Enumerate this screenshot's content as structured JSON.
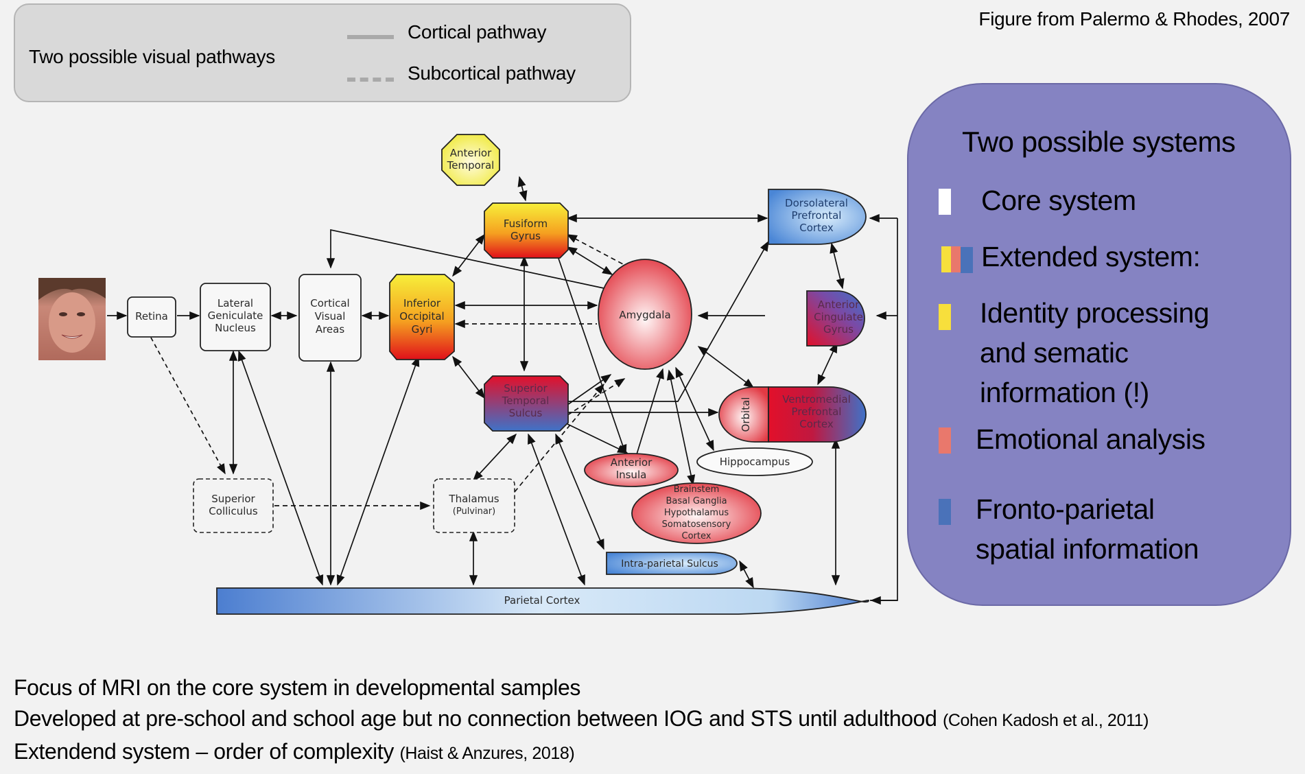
{
  "pathway_legend": {
    "title": "Two possible visual pathways",
    "items": [
      {
        "label": "Cortical pathway",
        "style": "solid"
      },
      {
        "label": "Subcortical pathway",
        "style": "dashed"
      }
    ],
    "line_color": "#a9a9a9"
  },
  "figure_credit": "Figure from Palermo & Rhodes, 2007",
  "systems_panel": {
    "title": "Two possible systems",
    "background": "#8583c2",
    "items": [
      {
        "label": "Core system",
        "colors": [
          "#ffffff"
        ]
      },
      {
        "label": "Extended system:",
        "colors": [
          "#f7df3c",
          "#e9786c",
          "#4a72b9"
        ]
      },
      {
        "label_lines": [
          "Identity processing",
          "and sematic",
          "information (!)"
        ],
        "colors": [
          "#f7df3c"
        ]
      },
      {
        "label": "Emotional analysis",
        "colors": [
          "#e9786c"
        ]
      },
      {
        "label_lines": [
          "Fronto-parietal",
          "spatial information"
        ],
        "colors": [
          "#4a72b9"
        ]
      }
    ]
  },
  "diagram": {
    "input_image": "face-photo",
    "nodes": {
      "retina": [
        "Retina"
      ],
      "lgn": [
        "Lateral",
        "Geniculate",
        "Nucleus"
      ],
      "cva": [
        "Cortical",
        "Visual",
        "Areas"
      ],
      "iog": [
        "Inferior",
        "Occipital",
        "Gyri"
      ],
      "anterior_temporal": [
        "Anterior",
        "Temporal"
      ],
      "fusiform": [
        "Fusiform",
        "Gyrus"
      ],
      "amygdala": [
        "Amygdala"
      ],
      "sts": [
        "Superior",
        "Temporal",
        "Sulcus"
      ],
      "dlpfc": [
        "Dorsolateral",
        "Prefrontal",
        "Cortex"
      ],
      "acg": [
        "Anterior",
        "Cingulate",
        "Gyrus"
      ],
      "orbital": [
        "Orbital"
      ],
      "vmpfc": [
        "Ventromedial",
        "Prefrontal",
        "Cortex"
      ],
      "anterior_insula": [
        "Anterior",
        "Insula"
      ],
      "hippocampus": [
        "Hippocampus"
      ],
      "brainstem": [
        "Brainstem",
        "Basal Ganglia",
        "Hypothalamus",
        "Somatosensory",
        "Cortex"
      ],
      "superior_colliculus": [
        "Superior",
        "Colliculus"
      ],
      "thalamus": [
        "Thalamus",
        "(Pulvinar)"
      ],
      "ips": [
        "Intra-parietal Sulcus"
      ],
      "parietal": [
        "Parietal Cortex"
      ]
    }
  },
  "notes": [
    {
      "text": "Focus of MRI on the core system in developmental samples",
      "cite": ""
    },
    {
      "text": "Developed at pre-school and school age but no connection between IOG and STS until adulthood",
      "cite": "(Cohen Kadosh et al., 2011)"
    },
    {
      "text": "Extendend system – order of complexity",
      "cite": "(Haist & Anzures, 2018)"
    }
  ]
}
